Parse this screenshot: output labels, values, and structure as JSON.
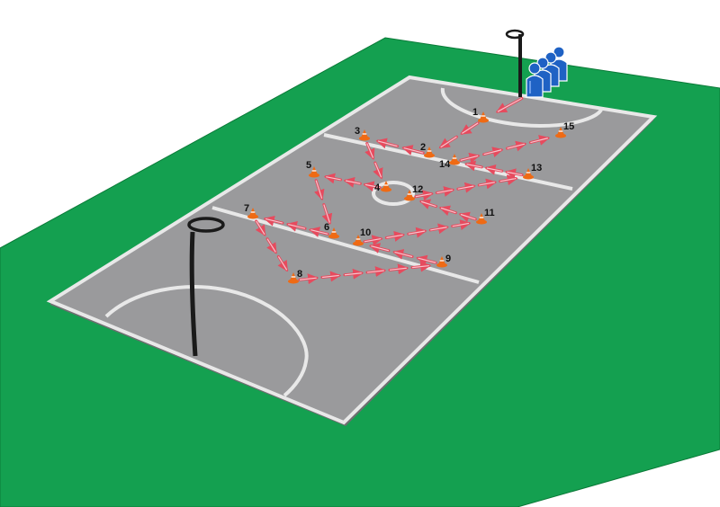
{
  "colors": {
    "surround": "#14a050",
    "surround_edge": "#0b7a38",
    "court": "#9a9a9c",
    "court_line": "#e8e8e8",
    "court_shadow": "#6e6e70",
    "cone": "#ef6a14",
    "arrow": "#e64b5e",
    "arrow_fill": "#f6c4cc",
    "post": "#1a1a1a",
    "player": "#1f62c4",
    "player_highlight": "#6a9ce8"
  },
  "icons": {
    "cone": "cone-icon",
    "player": "player-icon",
    "post": "goal-post-icon"
  },
  "cones": [
    {
      "label": "1"
    },
    {
      "label": "2"
    },
    {
      "label": "3"
    },
    {
      "label": "4"
    },
    {
      "label": "5"
    },
    {
      "label": "6"
    },
    {
      "label": "7"
    },
    {
      "label": "8"
    },
    {
      "label": "9"
    },
    {
      "label": "10"
    },
    {
      "label": "11"
    },
    {
      "label": "12"
    },
    {
      "label": "13"
    },
    {
      "label": "14"
    },
    {
      "label": "15"
    }
  ],
  "players_in_queue": 4
}
